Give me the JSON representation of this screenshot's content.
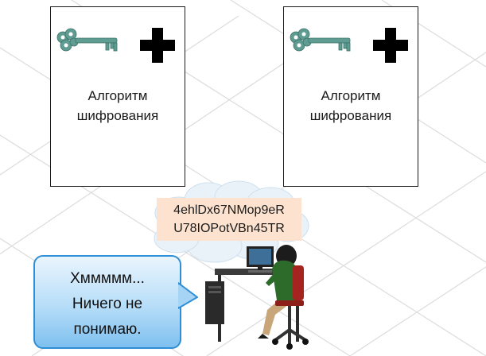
{
  "panels": [
    {
      "label_line1": "Алгоритм",
      "label_line2": "шифрования",
      "icons": [
        "key-icon",
        "plus-icon"
      ]
    },
    {
      "label_line1": "Алгоритм",
      "label_line2": "шифрования",
      "icons": [
        "key-icon",
        "plus-icon"
      ]
    }
  ],
  "ciphertext": {
    "line1": "4ehlDx67NMop9eR",
    "line2": "U78IOPotVBn45TR"
  },
  "speech_bubble": {
    "line1": "Хммммм...",
    "line2": "Ничего не",
    "line3": "понимаю."
  },
  "colors": {
    "key": "#5f9d93",
    "plus": "#000000",
    "cipher_bg": "#fde3cf",
    "bubble_border": "#2f8fd6",
    "bubble_fill_top": "#eaf5fd",
    "bubble_fill_bottom": "#7ec0ef",
    "grid_lines": "#dcdcdc"
  }
}
